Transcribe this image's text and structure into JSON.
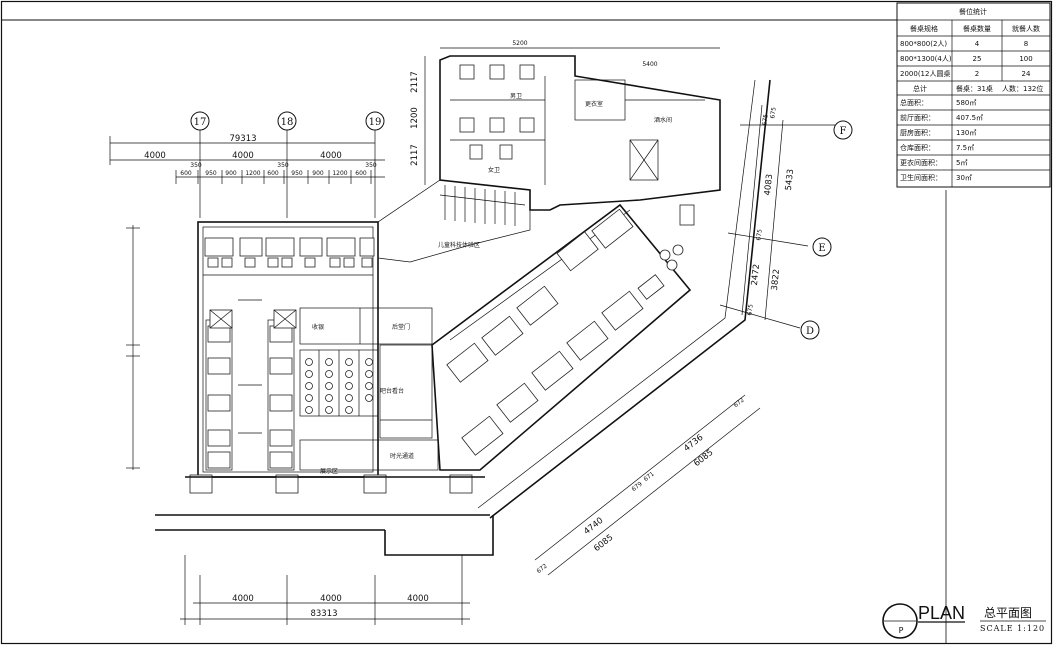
{
  "summary_table": {
    "title": "餐位统计",
    "headers": [
      "餐桌规格",
      "餐桌数量",
      "就餐人数"
    ],
    "rows": [
      {
        "spec": "800*800(2人)",
        "count": "4",
        "people": "8"
      },
      {
        "spec": "800*1300(4人)",
        "count": "25",
        "people": "100"
      },
      {
        "spec": "2000(12人圆桌",
        "count": "2",
        "people": "24"
      }
    ],
    "total_label": "总计",
    "total_tables": "餐桌：31桌",
    "total_people": "人数：132位",
    "areas": [
      {
        "label": "总面积：",
        "value": "580㎡"
      },
      {
        "label": "前厅面积：",
        "value": "407.5㎡"
      },
      {
        "label": "厨房面积：",
        "value": "130㎡"
      },
      {
        "label": "仓库面积：",
        "value": "7.5㎡"
      },
      {
        "label": "更衣间面积：",
        "value": "5㎡"
      },
      {
        "label": "卫生间面积：",
        "value": "30㎡"
      }
    ]
  },
  "title_block": {
    "symbol_letter": "P",
    "plan_label": "PLAN",
    "plan_name": "总平面图",
    "scale": "SCALE 1:120"
  },
  "axes": {
    "a17": "17",
    "a18": "18",
    "a19": "19",
    "aF": "F",
    "aE": "E",
    "aD": "D"
  },
  "dimensions": {
    "top_total": "79313",
    "top_4000_a": "4000",
    "top_4000_b": "4000",
    "top_4000_c": "4000",
    "top_350_a": "350",
    "top_350_b": "350",
    "top_350_c": "350",
    "sub": [
      "600",
      "950",
      "900",
      "1200",
      "600",
      "950",
      "900",
      "1200",
      "600"
    ],
    "bottom_total": "83313",
    "bottom_4000_a": "4000",
    "bottom_4000_b": "4000",
    "bottom_4000_c": "4000",
    "diag_4740": "4740",
    "diag_6085_a": "6085",
    "diag_4736": "4736",
    "diag_6085_b": "6085",
    "diag_672_a": "672",
    "diag_672_b": "672",
    "diag_679": "679",
    "diag_671": "671",
    "right_675_a": "675",
    "right_675_b": "675",
    "right_675_c": "675",
    "right_675_d": "675",
    "right_4083": "4083",
    "right_5433": "5433",
    "right_2472": "2472",
    "right_3822": "3822",
    "vert_2117_a": "2117",
    "vert_1200": "1200",
    "vert_2117_b": "2117",
    "wc_5200": "5200",
    "wc_5400": "5400"
  },
  "rooms": {
    "male_wc": "男卫",
    "female_wc": "女卫",
    "changing": "更衣室",
    "wine": "酒水间",
    "kids": "儿童科技体验区",
    "cashier": "收银",
    "back_door": "后堂门",
    "bar": "吧台看台",
    "passage": "时光通道",
    "entry": "展示区"
  }
}
